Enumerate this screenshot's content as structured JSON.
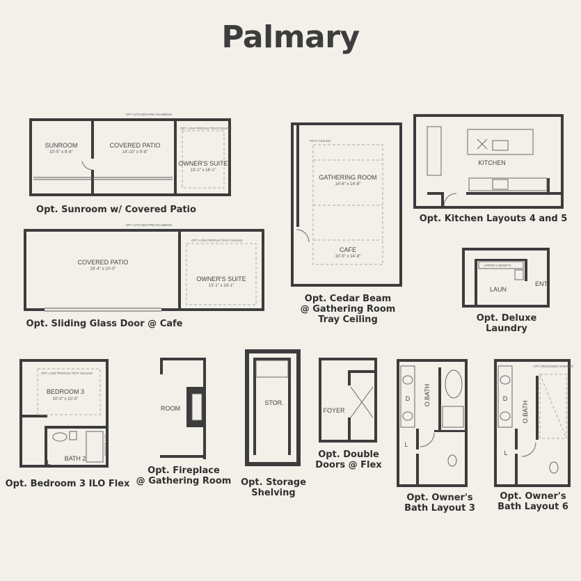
{
  "title": "Palmary",
  "options": {
    "sunroom": {
      "caption": "Opt. Sunroom w/ Covered Patio",
      "note": "OPT. KITCHEN PRE-PLUMBING",
      "note2": "OPT. LOW PROFILE TRAY CEILING",
      "rooms": [
        {
          "name": "SUNROOM",
          "dims": "10'-5\" x 9'-8\""
        },
        {
          "name": "COVERED PATIO",
          "dims": "14'-10\" x 9'-8\""
        },
        {
          "name": "OWNER'S SUITE",
          "dims": "13'-1\" x 16'-1\""
        }
      ]
    },
    "sliding": {
      "caption": "Opt. Sliding Glass Door @ Cafe",
      "note": "OPT. KITCHEN PRE-PLUMBING",
      "note2": "OPT. LOW PROFILE TRAY CEILING",
      "rooms": [
        {
          "name": "COVERED PATIO",
          "dims": "25'-4\" x 10'-0\""
        },
        {
          "name": "OWNER'S SUITE",
          "dims": "13'-1\" x 16'-1\""
        }
      ]
    },
    "cedar": {
      "caption": "Opt. Cedar Beam\n@ Gathering Room\nTray Ceiling",
      "note": "TRAY CEILING",
      "rooms": [
        {
          "name": "GATHERING ROOM",
          "dims": "14'-6\" x 14'-8\""
        },
        {
          "name": "CAFE",
          "dims": "10'-5\" x 14'-8\""
        }
      ]
    },
    "kitchen": {
      "caption": "Opt. Kitchen Layouts 4 and 5",
      "rooms": [
        {
          "name": "KITCHEN"
        }
      ]
    },
    "laundry": {
      "caption": "Opt. Deluxe\nLaundry",
      "note": "UPPER CABINETS",
      "rooms": [
        {
          "name": "LAUN"
        },
        {
          "name": "ENT"
        }
      ]
    },
    "bedroom": {
      "caption": "Opt. Bedroom 3 ILO Flex",
      "note": "OPT. LOW PROFILE TRAY CEILING",
      "note2": "OPT. SHOWER",
      "rooms": [
        {
          "name": "BEDROOM 3",
          "dims": "10'-0\" x 10'-5\""
        },
        {
          "name": "BATH 2"
        },
        {
          "name": "L"
        }
      ]
    },
    "fireplace": {
      "caption": "Opt. Fireplace\n@ Gathering Room",
      "rooms": [
        {
          "name": "ROOM"
        }
      ]
    },
    "storage": {
      "caption": "Opt. Storage\nShelving",
      "rooms": [
        {
          "name": "STOR."
        }
      ]
    },
    "doubledoors": {
      "caption": "Opt. Double\nDoors @ Flex",
      "rooms": [
        {
          "name": "FOYER"
        }
      ]
    },
    "bath3": {
      "caption": "Opt. Owner's\nBath Layout 3",
      "rooms": [
        {
          "name": "O.BATH"
        },
        {
          "name": "D"
        },
        {
          "name": "L"
        }
      ]
    },
    "bath6": {
      "caption": "Opt. Owner's\nBath Layout 6",
      "note": "OPT. RECESSED SHOWER",
      "rooms": [
        {
          "name": "O.BATH"
        },
        {
          "name": "D"
        },
        {
          "name": "L"
        }
      ]
    }
  },
  "colors": {
    "background": "#f2f0e9",
    "walls": "#3c3c3c",
    "text": "#2f2f2f"
  }
}
